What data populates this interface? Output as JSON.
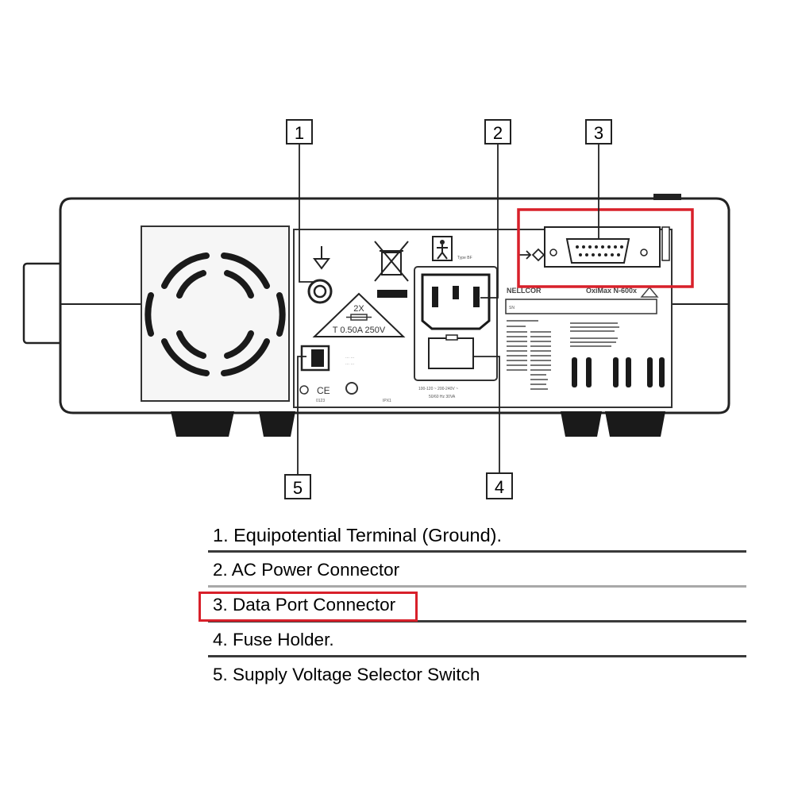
{
  "callouts": [
    "1",
    "2",
    "3",
    "4",
    "5"
  ],
  "device": {
    "fuse_count": "2X",
    "fuse_rating": "T 0.50A 250V",
    "brand": "NELLCOR",
    "model": "OxiMax N-600x",
    "sn_label": "SN",
    "patient_part_label": "Type BF",
    "voltage_label": "100-120 ~ 200-240V ~",
    "frequency_label": "50/60 Hz 30VA",
    "ce_mark": "CE",
    "ce_number": "0123",
    "ip_rating": "IPX1"
  },
  "legend": {
    "items": [
      "1. Equipotential Terminal (Ground).",
      "2. AC Power Connector",
      "3. Data Port Connector",
      "4. Fuse Holder.",
      "5. Supply Voltage Selector Switch"
    ]
  },
  "highlight": {
    "color": "#d8202a",
    "target_item": "3. Data Port Connector"
  }
}
